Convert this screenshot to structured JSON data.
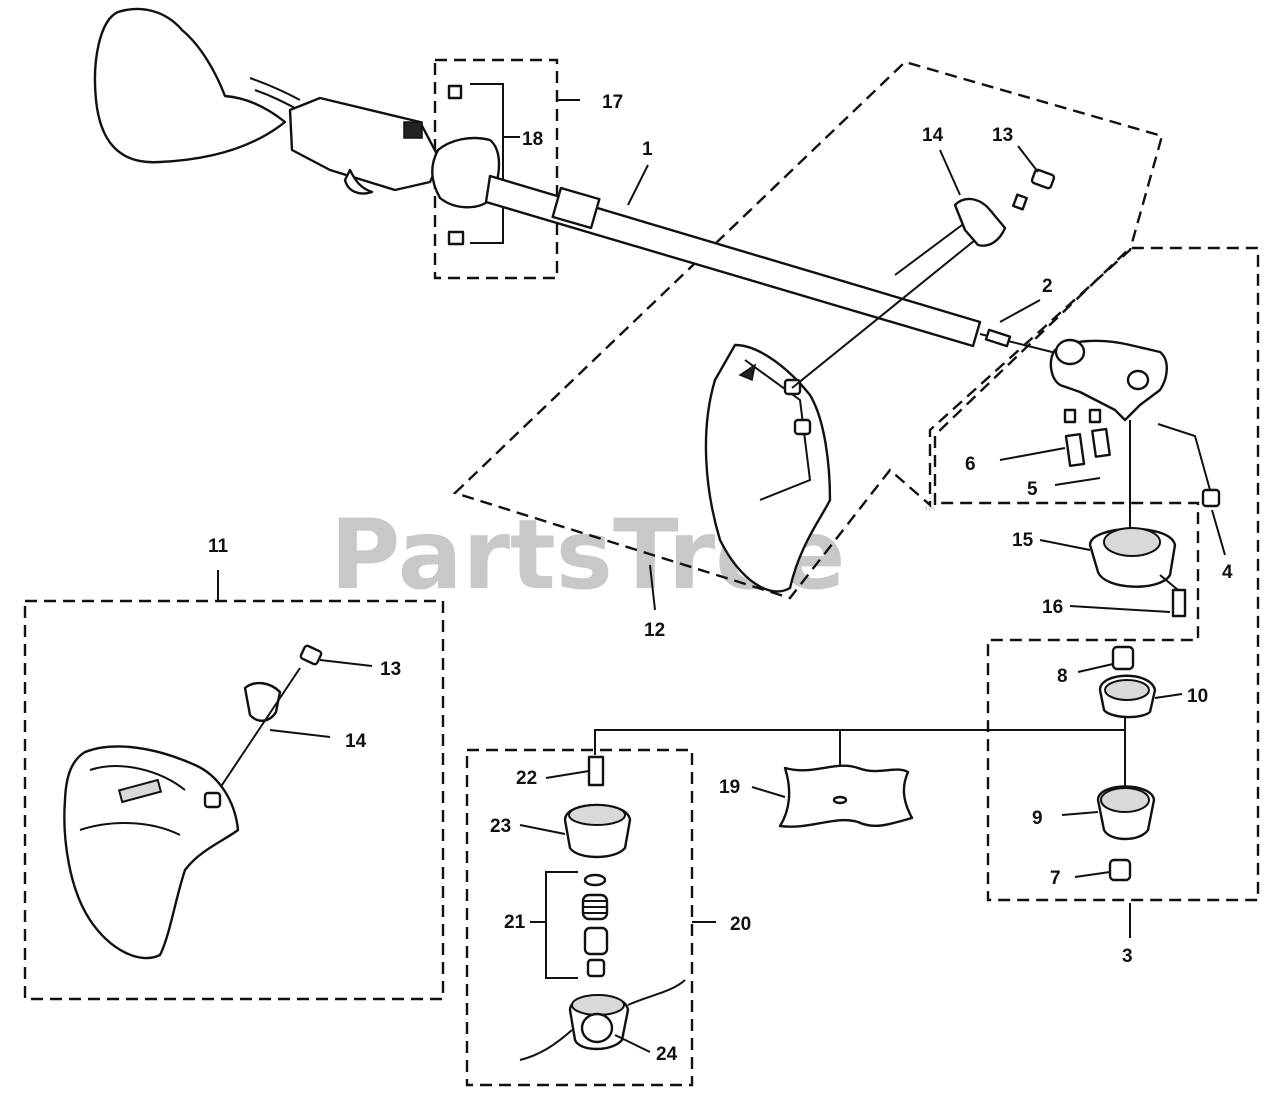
{
  "watermark": {
    "text": "PartsTree",
    "mark": "™"
  },
  "callouts": {
    "c1": "1",
    "c2": "2",
    "c3": "3",
    "c4": "4",
    "c5": "5",
    "c6": "6",
    "c7": "7",
    "c8": "8",
    "c9": "9",
    "c10": "10",
    "c11": "11",
    "c12": "12",
    "c13_top": "13",
    "c14_top": "14",
    "c13_left": "13",
    "c14_left": "14",
    "c15": "15",
    "c16": "16",
    "c17": "17",
    "c18": "18",
    "c19": "19",
    "c20": "20",
    "c21": "21",
    "c22": "22",
    "c23": "23",
    "c24": "24"
  }
}
